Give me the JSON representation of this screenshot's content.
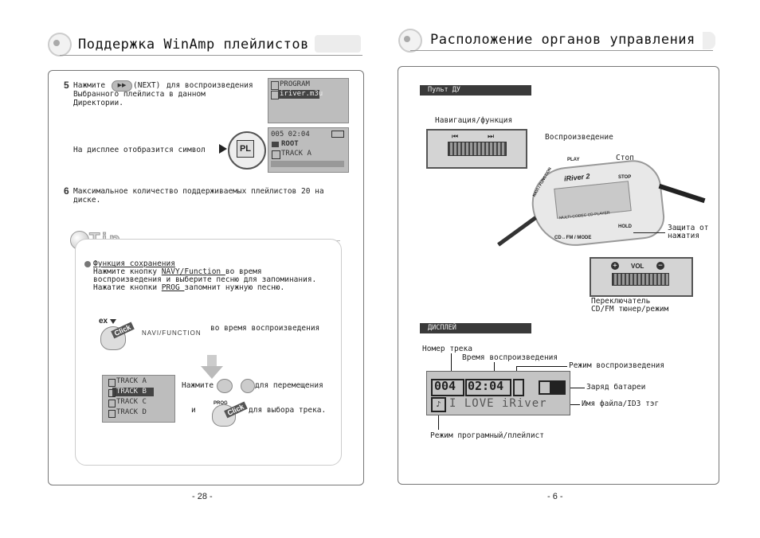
{
  "left_page": {
    "title": "Поддержка WinAmp плейлистов",
    "step5": {
      "number": "5",
      "text_line1": "Нажмите",
      "button": "(NEXT)",
      "text_line1b": "для воспроизведения",
      "text_line2": "Выбранного плейлиста в данном",
      "text_line3": "Директории.",
      "lcd_line1": "PROGRAM",
      "lcd_line2": "iriver.m3u"
    },
    "display_symbol_text": "На дисплее отобразится символ",
    "pl_symbol": "PL",
    "lcd2": {
      "line1": "005 02:04",
      "line2": "ROOT",
      "line3": "TRACK A"
    },
    "step6": {
      "number": "6",
      "line1": "Максимальное количество поддерживаемых плейлистов 20 на",
      "line2": "диске."
    },
    "tip": {
      "label": "Tip",
      "heading": "Функция сохранения",
      "line1a": "Нажмите кнопку ",
      "line1b": "NAVY/Function ",
      "line1c": "во время",
      "line2": "воспроизведения и выберите песню для запоминания.",
      "line3a": "Нажатие кнопки ",
      "line3b": "PROG ",
      "line3c": "запомнит нужную песню.",
      "ex_label": "ex",
      "click_label": "Click",
      "navi_function": "NAVI/FUNCTION",
      "during_playback": "во время воспроизведения",
      "tracks": [
        "TRACK A",
        "TRACK B",
        "TRACK C",
        "TRACK D"
      ],
      "press": "Нажмите",
      "to_move": "для перемещения",
      "and": "и",
      "prog_label": "PROG",
      "to_select": "для выбора трека."
    },
    "page_number": "- 28 -"
  },
  "right_page": {
    "title": "Расположение органов управления",
    "remote_tab": "Пульт ДУ",
    "nav_function": "Навигация/функция",
    "play": "Воспроизведение",
    "stop": "Стоп",
    "hold_l1": "Защита от",
    "hold_l2": "нажатия",
    "switch_l1": "Переключатель",
    "switch_l2": "CD/FM тюнер/режим",
    "vol": "VOL",
    "device_brand": "iRiver 2",
    "device_sub": "MULTI-CODEC CD PLAYER",
    "device_labels": {
      "play": "PLAY",
      "stop": "STOP",
      "hold": "HOLD",
      "navi": "NAVI / FUNCTION",
      "mode": "CD↔FM / MODE"
    },
    "display_tab": "ДИСПЛЕЙ",
    "track_number": "Номер трека",
    "play_time": "Время воспроизведения",
    "play_mode": "Режим воспроизведения",
    "battery": "Заряд батареи",
    "filename": "Имя файла/ID3 тэг",
    "prog_mode": "Режим програмный/плейлист",
    "lcd": {
      "track": "004",
      "time": "02:04",
      "text": "I LOVE iRiver"
    },
    "page_number": "- 6 -"
  }
}
